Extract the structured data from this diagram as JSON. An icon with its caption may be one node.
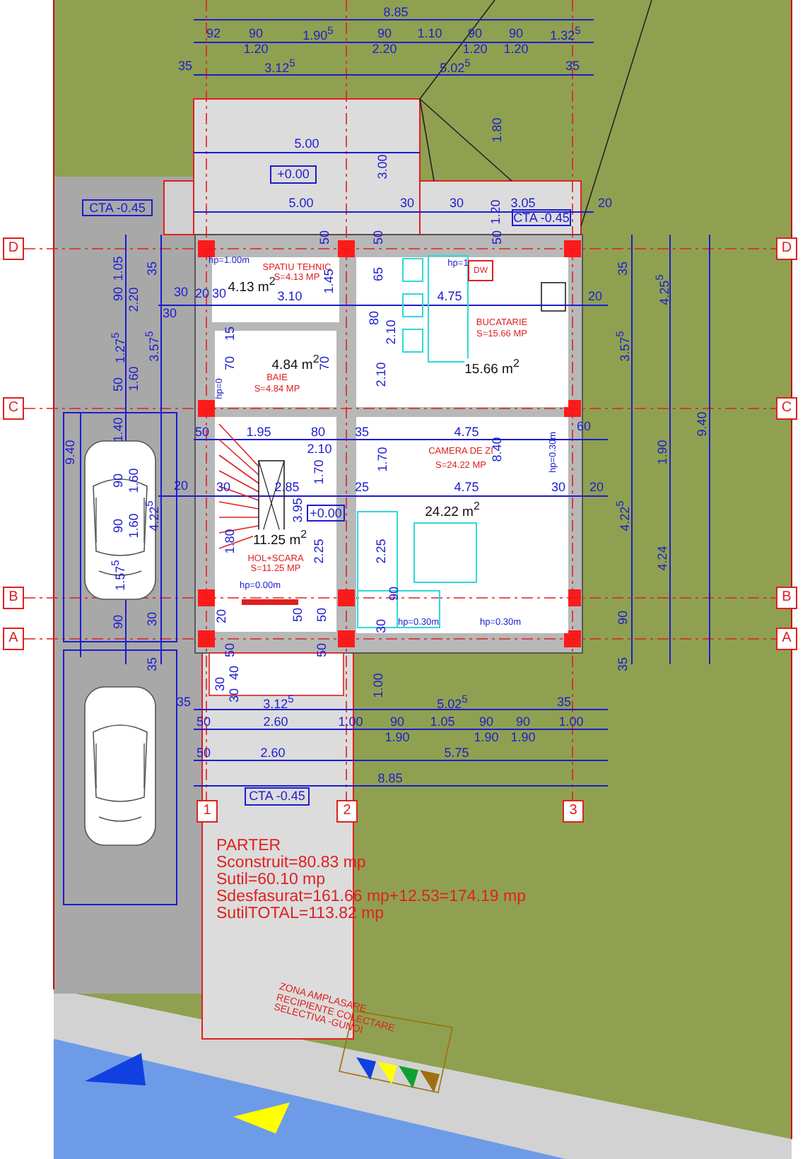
{
  "diagram": {
    "nodes": [
      {
        "text": [
          "+0.00"
        ]
      },
      {
        "text": [
          "CTA -0.45"
        ]
      },
      {
        "text": [
          "CTA -0.45"
        ]
      },
      {
        "text": [
          "D"
        ]
      },
      {
        "text": [
          "D"
        ]
      },
      {
        "text": [
          "SPATIU TEHNIC",
          "S=4.13 MP",
          "4.13 m$^{2}$"
        ]
      },
      {
        "text": [
          "BUCATARIE",
          "S=15.66 MP",
          "15.66 m$^{2}$"
        ]
      },
      {
        "text": [
          "DW"
        ],
        "in": 6
      },
      {
        "text": [
          "4.84 m$^{2}$",
          "BAIE",
          "S=4.84 MP"
        ]
      },
      {
        "text": [
          "C"
        ]
      },
      {
        "text": [
          "C"
        ]
      },
      {
        "text": [
          "11.25 m$^{2}$",
          "HOL+SCARA",
          "S=11.25 MP"
        ]
      },
      {
        "text": [
          "CAMERA DE ZI",
          "S=24.22 MP",
          "24.22 m$^{2}$"
        ]
      },
      {
        "text": [
          "+0.00"
        ]
      },
      {
        "text": [
          "B"
        ]
      },
      {
        "text": [
          "B"
        ]
      },
      {
        "text": [
          "A"
        ]
      },
      {
        "text": [
          "A"
        ]
      },
      {
        "text": [
          "CTA -0.45"
        ]
      },
      {
        "text": [
          "1"
        ]
      },
      {
        "text": [
          "2"
        ]
      },
      {
        "text": [
          "3"
        ]
      }
    ],
    "labels": [
      "8.85",
      "92",
      "90",
      "1.90$^{5}$",
      "90",
      "1.10",
      "90",
      "90",
      "1.32$^{5}$",
      "1.20",
      "2.20",
      "1.20",
      "1.20",
      "35",
      "3.12$^{5}$",
      "5.02$^{5}$",
      "35",
      "5.00",
      "3.00",
      "1.80",
      "5.00",
      "30",
      "30",
      "1.20",
      "3.05",
      "20",
      "1.05",
      "35",
      "35",
      "hp=1.00m",
      "hp=1",
      "50",
      "50",
      "50",
      "65",
      "30",
      "20",
      "1.45",
      "90",
      "2.20",
      "30",
      "30",
      "3.10",
      "80",
      "2.10",
      "4.75",
      "20",
      "4.25$^{5}$",
      "3.57$^{5}$",
      "3.57$^{5}$",
      "15",
      "1.27$^{5}$",
      "70",
      "70",
      "50",
      "1.60",
      "hp=0",
      "2.10",
      "1.40",
      "50",
      "1.95",
      "80",
      "35",
      "4.75",
      "60",
      "9.40",
      "9.40",
      "2.10",
      "1.70",
      "1.70",
      "8.40",
      "hp=0.30m",
      "1.90",
      "90",
      "1.60",
      "20",
      "30",
      "2.85",
      "25",
      "4.75",
      "30",
      "20",
      "4.22$^{5}$",
      "3.95",
      "4.22$^{5}$",
      "90",
      "1.60",
      "1.80",
      "2.25",
      "2.25",
      "4.24",
      "1.57$^{5}$",
      "hp=0.00m",
      "90",
      "90",
      "30",
      "20",
      "50",
      "50",
      "30",
      "hp=0.30m",
      "hp=0.30m",
      "90",
      "50",
      "50",
      "35",
      "35",
      "40",
      "30",
      "1.00",
      "30",
      "35",
      "3.12$^{5}$",
      "5.02$^{5}$",
      "35",
      "50",
      "2.60",
      "1.00",
      "90",
      "1.05",
      "90",
      "90",
      "1.00",
      "1.90",
      "1.90",
      "1.90",
      "50",
      "2.60",
      "5.75",
      "8.85",
      "PARTER",
      "Sconstruit=80.83 mp",
      "Sutil=60.10 mp",
      "Sdesfasurat=161.66 mp+12.53=174.19 mp",
      "SutilTOTAL=113.82  mp",
      "ZONA AMPLASARE RECIPIENTE COLECTARE SELECTIVA -GUNOI"
    ]
  }
}
